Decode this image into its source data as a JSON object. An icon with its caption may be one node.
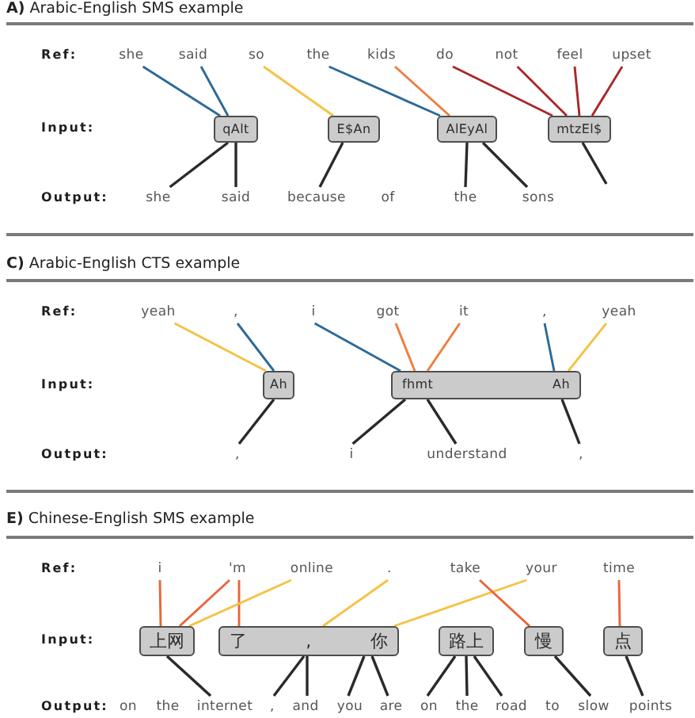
{
  "diagram": {
    "nodes": [
      {
        "text": [
          "she"
        ]
      },
      {
        "text": [
          "said"
        ]
      },
      {
        "text": [
          "so"
        ]
      },
      {
        "text": [
          "the"
        ]
      },
      {
        "text": [
          "kids"
        ]
      },
      {
        "text": [
          "do"
        ]
      },
      {
        "text": [
          "not"
        ]
      },
      {
        "text": [
          "feel"
        ]
      },
      {
        "text": [
          "upset"
        ]
      },
      {
        "text": [
          "qAlt"
        ]
      },
      {
        "text": [
          "E$An"
        ]
      },
      {
        "text": [
          "AlEyAl"
        ]
      },
      {
        "text": [
          "mtzEl$"
        ]
      },
      {
        "text": [
          "she"
        ]
      },
      {
        "text": [
          "said"
        ]
      },
      {
        "text": [
          "because"
        ]
      },
      {
        "text": [
          "the"
        ]
      },
      {
        "text": [
          "sons"
        ]
      },
      {
        "text": [
          "yeah"
        ]
      },
      {
        "text": [
          ","
        ]
      },
      {
        "text": [
          "i"
        ]
      },
      {
        "text": [
          "got"
        ]
      },
      {
        "text": [
          "it"
        ]
      },
      {
        "text": [
          ","
        ]
      },
      {
        "text": [
          "yeah"
        ]
      },
      {
        "text": [
          "Ah"
        ]
      },
      {
        "text": [
          "fhmt",
          "Ah"
        ]
      },
      {
        "text": [
          ","
        ]
      },
      {
        "text": [
          "i"
        ]
      },
      {
        "text": [
          "understand"
        ]
      },
      {
        "text": [
          ","
        ]
      },
      {
        "text": [
          "i"
        ]
      },
      {
        "text": [
          "'m"
        ]
      },
      {
        "text": [
          "online"
        ]
      },
      {
        "text": [
          "."
        ]
      },
      {
        "text": [
          "take"
        ]
      },
      {
        "text": [
          "your"
        ]
      },
      {
        "text": [
          "time"
        ]
      },
      {
        "text": [
          "上网"
        ]
      },
      {
        "text": [
          "了",
          ",",
          "你"
        ]
      },
      {
        "text": [
          "路上"
        ]
      },
      {
        "text": [
          "慢"
        ]
      },
      {
        "text": [
          "点"
        ]
      },
      {
        "text": [
          "internet"
        ]
      },
      {
        "text": [
          ","
        ]
      },
      {
        "text": [
          "and"
        ]
      },
      {
        "text": [
          "you"
        ]
      },
      {
        "text": [
          "are"
        ]
      },
      {
        "text": [
          "on"
        ]
      },
      {
        "text": [
          "the"
        ]
      },
      {
        "text": [
          "road"
        ]
      },
      {
        "text": [
          "slow"
        ]
      },
      {
        "text": [
          "points"
        ]
      }
    ],
    "edges": [
      {
        "from": 0,
        "to": 9,
        "arrow": "none",
        "color": "#2d6a97"
      },
      {
        "from": 1,
        "to": 9,
        "arrow": "none",
        "color": "#2d6a97"
      },
      {
        "from": 2,
        "to": 10,
        "arrow": "none",
        "color": "#f5c242"
      },
      {
        "from": 3,
        "to": 11,
        "arrow": "none",
        "color": "#2d6a97"
      },
      {
        "from": 4,
        "to": 11,
        "arrow": "none",
        "color": "#ef7d3c"
      },
      {
        "from": 5,
        "to": 12,
        "arrow": "none",
        "color": "#a8282c"
      },
      {
        "from": 6,
        "to": 12,
        "arrow": "none",
        "color": "#a8282c"
      },
      {
        "from": 7,
        "to": 12,
        "arrow": "none",
        "color": "#a8282c"
      },
      {
        "from": 8,
        "to": 12,
        "arrow": "none",
        "color": "#a8282c"
      },
      {
        "from": 9,
        "to": 13,
        "arrow": "none"
      },
      {
        "from": 9,
        "to": 14,
        "arrow": "none"
      },
      {
        "from": 10,
        "to": 15,
        "arrow": "none"
      },
      {
        "from": 11,
        "to": 16,
        "arrow": "none"
      },
      {
        "from": 11,
        "to": 17,
        "arrow": "none"
      },
      {
        "from": 12,
        "to": null,
        "arrow": "none"
      },
      {
        "from": 18,
        "to": 25,
        "arrow": "none",
        "color": "#f5c242"
      },
      {
        "from": 19,
        "to": 25,
        "arrow": "none",
        "color": "#2d6a97"
      },
      {
        "from": 20,
        "to": 26,
        "arrow": "none",
        "color": "#2d6a97"
      },
      {
        "from": 21,
        "to": 26,
        "arrow": "none",
        "color": "#ef7d3c"
      },
      {
        "from": 22,
        "to": 26,
        "arrow": "none",
        "color": "#ef7d3c"
      },
      {
        "from": 23,
        "to": 26,
        "arrow": "none",
        "color": "#2d6a97"
      },
      {
        "from": 24,
        "to": 26,
        "arrow": "none",
        "color": "#f5c242"
      },
      {
        "from": 25,
        "to": 27,
        "arrow": "none"
      },
      {
        "from": 26,
        "to": 28,
        "arrow": "none"
      },
      {
        "from": 26,
        "to": 29,
        "arrow": "none"
      },
      {
        "from": 26,
        "to": 30,
        "arrow": "none"
      },
      {
        "from": 31,
        "to": 38,
        "arrow": "none",
        "color": "#e8653a"
      },
      {
        "from": 32,
        "to": 38,
        "arrow": "none",
        "color": "#e8653a"
      },
      {
        "from": 32,
        "to": 39,
        "arrow": "none",
        "color": "#e8653a"
      },
      {
        "from": 33,
        "to": 38,
        "arrow": "none",
        "color": "#f5c242"
      },
      {
        "from": 34,
        "to": 39,
        "arrow": "none",
        "color": "#f5c242"
      },
      {
        "from": 36,
        "to": 39,
        "arrow": "none",
        "color": "#f5c242"
      },
      {
        "from": 35,
        "to": 41,
        "arrow": "none",
        "color": "#e8653a"
      },
      {
        "from": 37,
        "to": 42,
        "arrow": "none",
        "color": "#e8653a"
      },
      {
        "from": 38,
        "to": 43,
        "arrow": "none"
      },
      {
        "from": 39,
        "to": 44,
        "arrow": "none"
      },
      {
        "from": 39,
        "to": 45,
        "arrow": "none"
      },
      {
        "from": 39,
        "to": 46,
        "arrow": "none"
      },
      {
        "from": 39,
        "to": 47,
        "arrow": "none"
      },
      {
        "from": 40,
        "to": 48,
        "arrow": "none"
      },
      {
        "from": 40,
        "to": 49,
        "arrow": "none"
      },
      {
        "from": 40,
        "to": 50,
        "arrow": "none"
      },
      {
        "from": 41,
        "to": 51,
        "arrow": "none"
      },
      {
        "from": 42,
        "to": 52,
        "arrow": "none"
      }
    ],
    "labels": [
      "**A)** Arabic-English SMS example",
      "Ref:",
      "Input:",
      "Output:",
      "of",
      "**C)** Arabic-English CTS example",
      "Ref:",
      "Input:",
      "Output:",
      "**E)** Chinese-English SMS example",
      "Ref:",
      "Input:",
      "Output:",
      "on",
      "the",
      "to"
    ]
  }
}
